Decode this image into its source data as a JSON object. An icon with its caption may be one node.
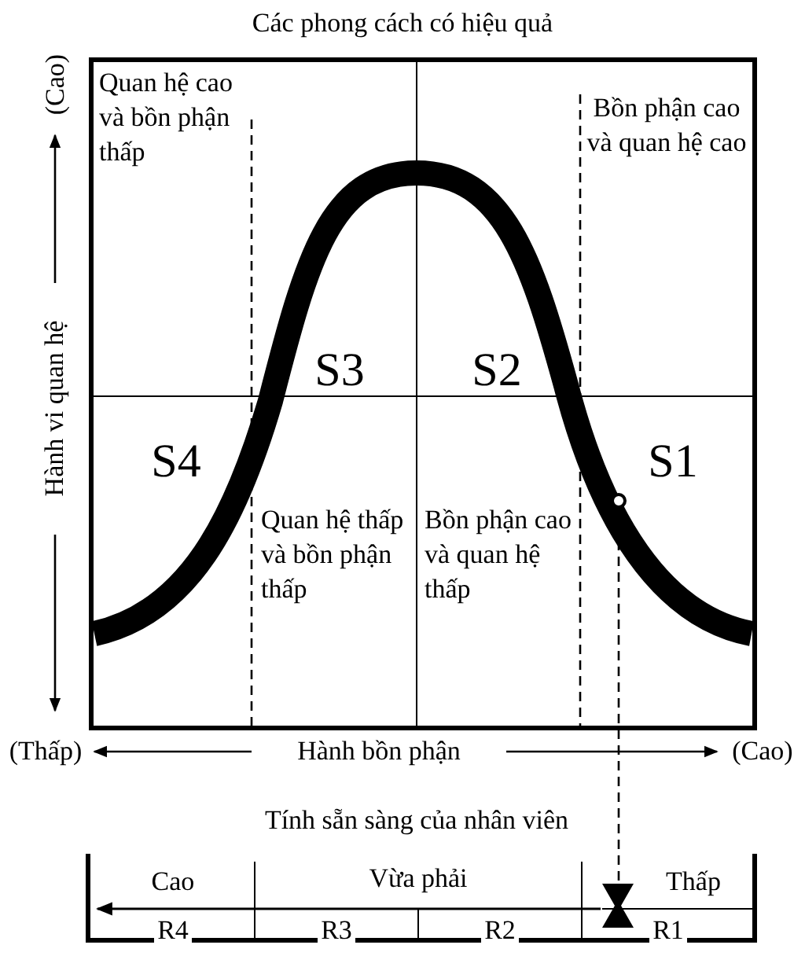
{
  "diagram": {
    "title": "Các phong cách có hiệu quả",
    "nodes": [
      {
        "text": [
          "Quan hệ cao và bồn phận thấp"
        ]
      },
      {
        "text": [
          "Bồn phận cao và quan hệ cao"
        ]
      },
      {
        "text": [
          "Quan hệ thấp và bồn phận thấp"
        ]
      },
      {
        "text": [
          "Bồn phận cao và quan hệ thấp"
        ]
      },
      {
        "text": [],
        "shape": "circle"
      },
      {
        "text": [],
        "shape": "hourglass"
      }
    ],
    "edges": [
      {
        "from": 4,
        "to": 5,
        "arrow": "none",
        "style": "dashed"
      }
    ],
    "labels": [
      "(Cao)",
      "Hành vi quan hệ",
      "S3",
      "S2",
      "S4",
      "S1",
      "(Thấp)",
      "Hành bồn phận",
      "(Cao)",
      "Tính sẵn sàng của nhân viên",
      "Cao",
      "Vừa phải",
      "Thấp",
      "R4",
      "R3",
      "R2",
      "R1"
    ]
  }
}
